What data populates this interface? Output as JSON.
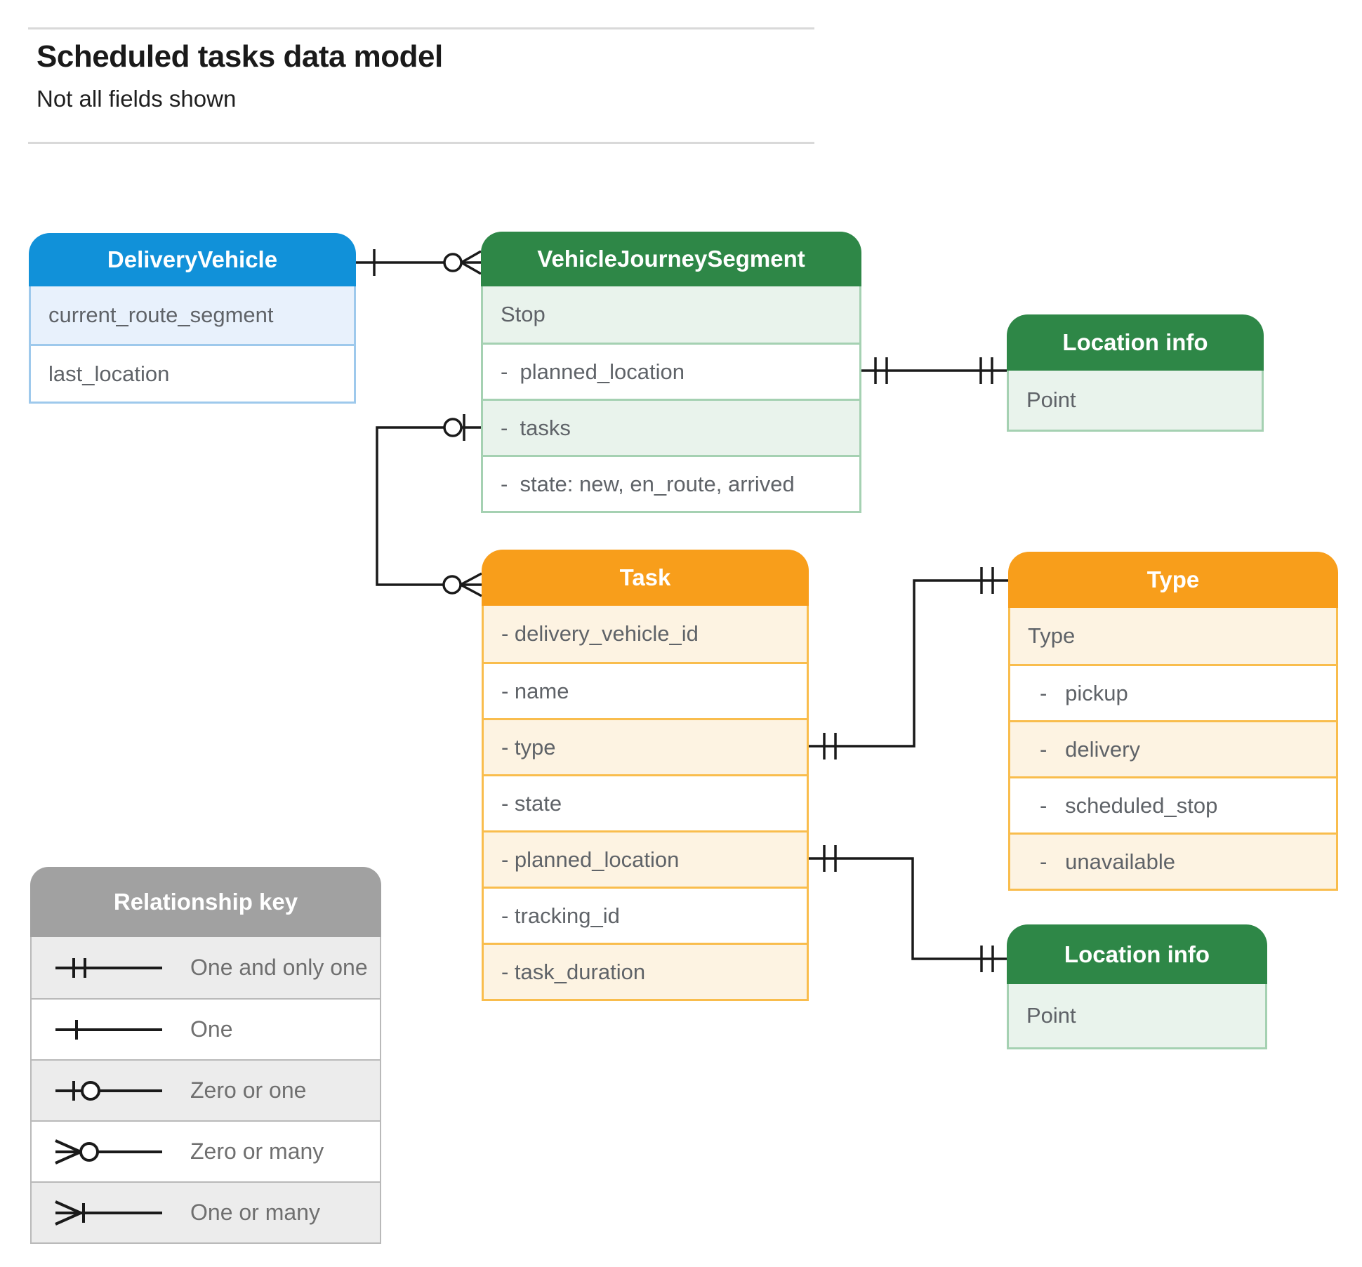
{
  "page": {
    "title": "Scheduled tasks data model",
    "subtitle": "Not all fields shown"
  },
  "colors": {
    "blue_header": "#1191d9",
    "blue_row": "#e8f1fc",
    "green_header": "#2e8747",
    "green_row": "#e9f3ec",
    "orange_header": "#f89e1b",
    "orange_row": "#fdf3e2",
    "gray_header": "#a1a1a1",
    "field_text": "#5f6368",
    "line": "#1a1a1a"
  },
  "entities": {
    "delivery_vehicle": {
      "title": "DeliveryVehicle",
      "fields": [
        "current_route_segment",
        "last_location"
      ]
    },
    "vehicle_journey_segment": {
      "title": "VehicleJourneySegment",
      "fields": [
        "Stop",
        "-  planned_location",
        "-  tasks",
        "-  state: new, en_route, arrived"
      ]
    },
    "location_info_top": {
      "title": "Location info",
      "fields": [
        "Point"
      ]
    },
    "task": {
      "title": "Task",
      "fields": [
        "- delivery_vehicle_id",
        "- name",
        "- type",
        "- state",
        "- planned_location",
        "- tracking_id",
        "- task_duration"
      ]
    },
    "type": {
      "title": "Type",
      "fields": [
        "Type",
        "-   pickup",
        "-   delivery",
        "-   scheduled_stop",
        "-   unavailable"
      ]
    },
    "location_info_bottom": {
      "title": "Location info",
      "fields": [
        "Point"
      ]
    }
  },
  "relationships": [
    {
      "from": "DeliveryVehicle",
      "from_cardinality": "one",
      "to": "VehicleJourneySegment",
      "to_cardinality": "zero-or-many"
    },
    {
      "from": "VehicleJourneySegment.planned_location",
      "from_cardinality": "one-and-only-one",
      "to": "Location info",
      "to_cardinality": "one-and-only-one"
    },
    {
      "from": "VehicleJourneySegment.tasks",
      "from_cardinality": "zero-or-one",
      "to": "Task",
      "to_cardinality": "zero-or-many"
    },
    {
      "from": "Task.type",
      "from_cardinality": "one-and-only-one",
      "to": "Type",
      "to_cardinality": "one-and-only-one"
    },
    {
      "from": "Task.planned_location",
      "from_cardinality": "one-and-only-one",
      "to": "Location info",
      "to_cardinality": "one-and-only-one"
    }
  ],
  "legend": {
    "title": "Relationship key",
    "items": [
      {
        "symbol": "one-and-only-one",
        "label": "One and only one"
      },
      {
        "symbol": "one",
        "label": "One"
      },
      {
        "symbol": "zero-or-one",
        "label": "Zero or one"
      },
      {
        "symbol": "zero-or-many",
        "label": "Zero or many"
      },
      {
        "symbol": "one-or-many",
        "label": "One or many"
      }
    ]
  }
}
